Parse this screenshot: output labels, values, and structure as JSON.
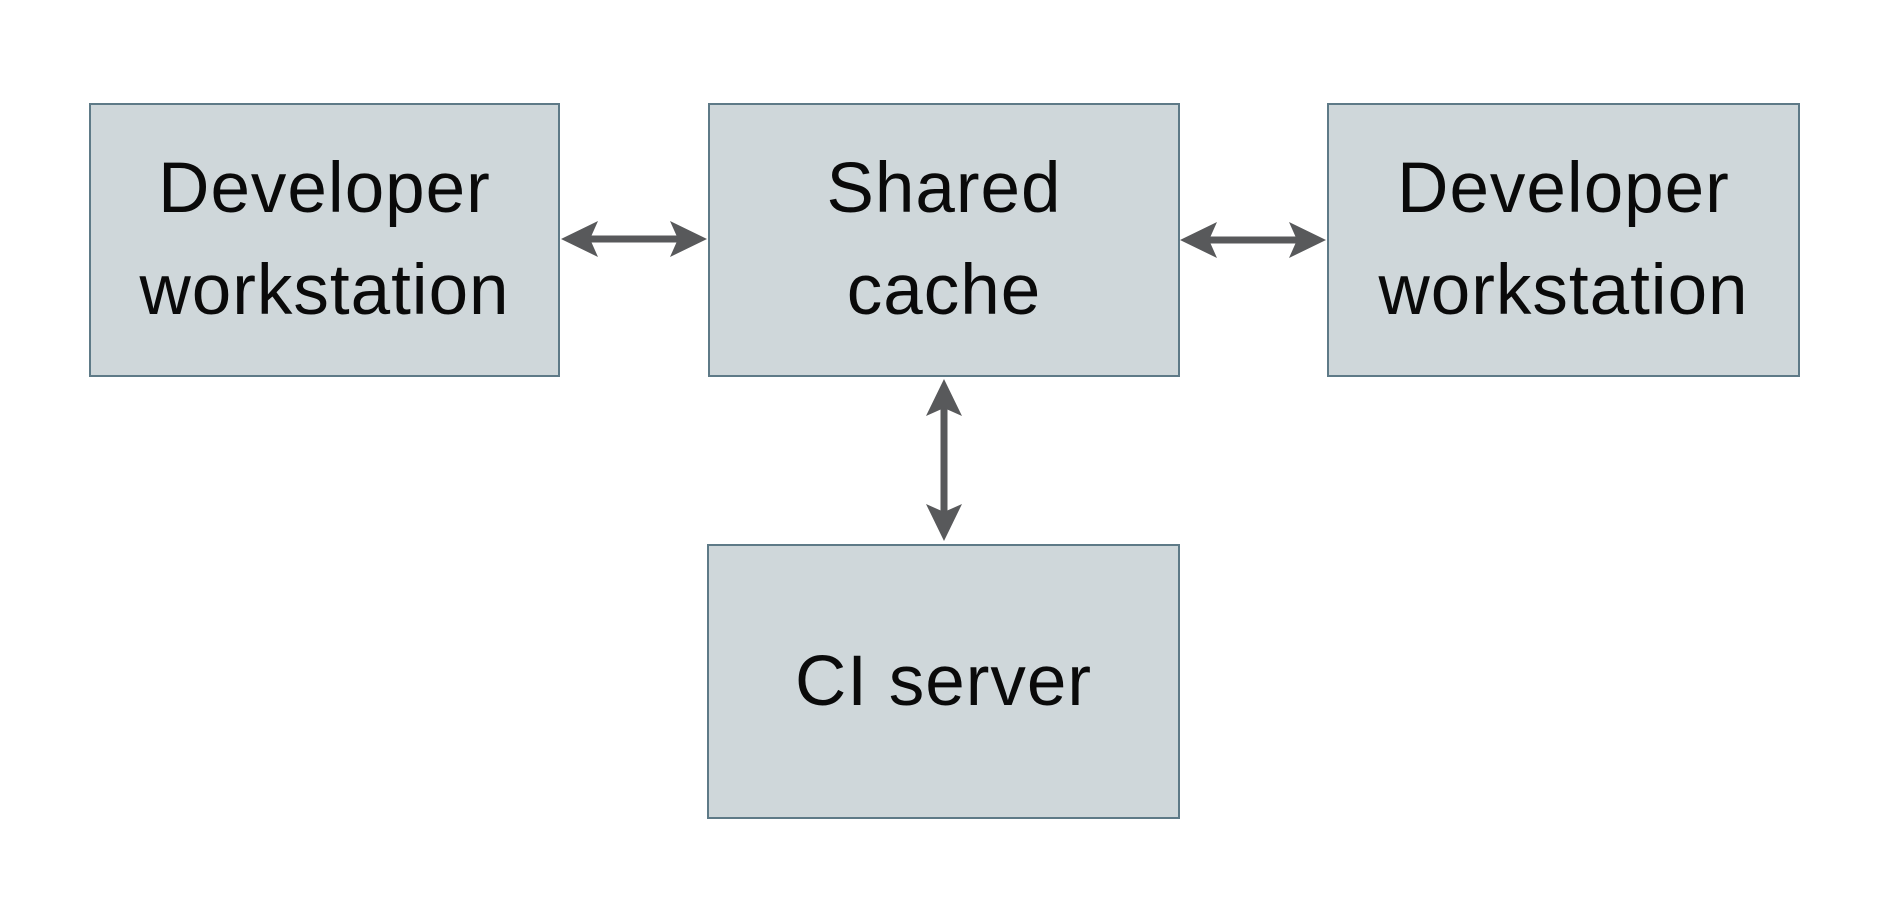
{
  "colors": {
    "page_bg": "#ffffff",
    "box_fill": "#cfd7da",
    "box_border": "#5e7a87",
    "text_color": "#0a0a0a",
    "arrow": "#58595b"
  },
  "nodes": {
    "dev_left": {
      "line1": "Developer",
      "line2": "workstation"
    },
    "cache": {
      "line1": "Shared",
      "line2": "cache"
    },
    "dev_right": {
      "line1": "Developer",
      "line2": "workstation"
    },
    "ci": {
      "line1": "CI server"
    }
  },
  "edges": [
    {
      "from": "Developer workstation (left)",
      "to": "Shared cache",
      "direction": "bidirectional"
    },
    {
      "from": "Shared cache",
      "to": "Developer workstation (right)",
      "direction": "bidirectional"
    },
    {
      "from": "Shared cache",
      "to": "CI server",
      "direction": "bidirectional"
    }
  ]
}
